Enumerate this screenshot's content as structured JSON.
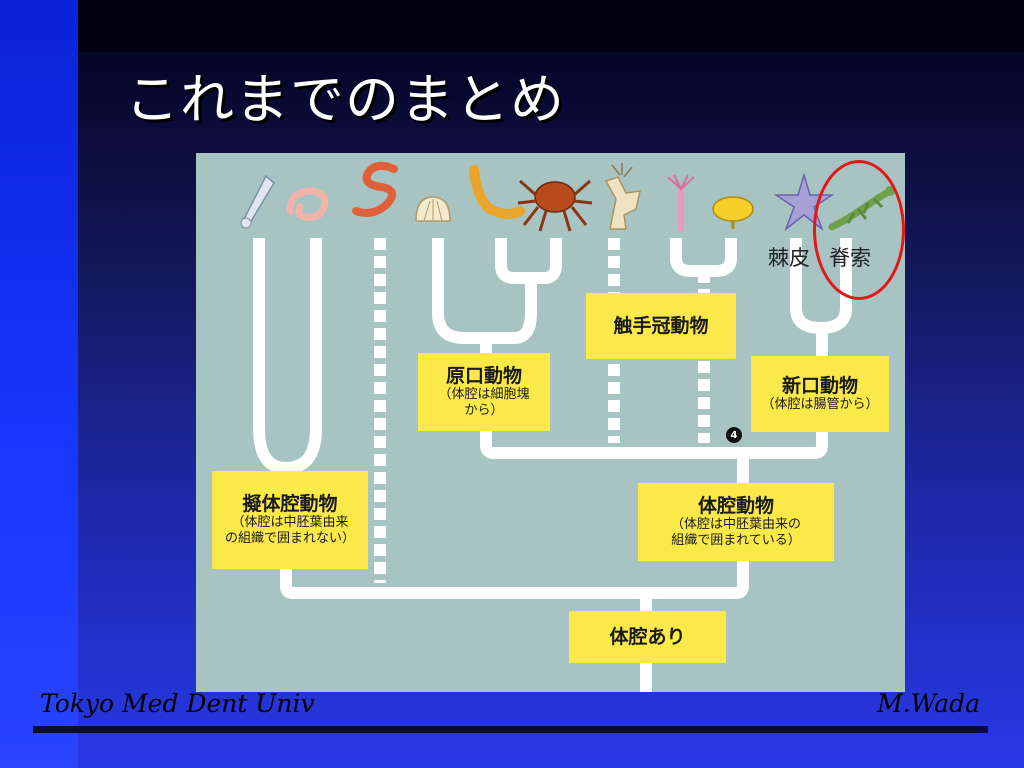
{
  "slide": {
    "title": "これまでのまとめ",
    "footer_left": "Tokyo Med Dent Univ",
    "footer_right": "M.Wada"
  },
  "diagram": {
    "labels": {
      "echinoderm": "棘皮",
      "chordate": "脊索"
    },
    "boxes": {
      "lophophorate": {
        "main": "触手冠動物"
      },
      "protostome": {
        "main": "原口動物",
        "sub1": "（体腔は細胞塊",
        "sub2": "から）"
      },
      "deuterostome": {
        "main": "新口動物",
        "sub1": "（体腔は腸管から）"
      },
      "pseudocoelomate": {
        "main": "擬体腔動物",
        "sub1": "（体腔は中胚葉由来",
        "sub2": "の組織で囲まれない）"
      },
      "coelomate": {
        "main": "体腔動物",
        "sub1": "（体腔は中胚葉由来の",
        "sub2": "組織で囲まれている）"
      },
      "coelom": {
        "main": "体腔あり"
      }
    },
    "badge": "4",
    "colors": {
      "background": "#a7c4c2",
      "box": "#fbe94a",
      "branch": "#ffffff",
      "highlight": "#e21818"
    },
    "animal_icons": [
      "rotifer-icon",
      "nematode-icon",
      "earthworm-icon",
      "clam-icon",
      "polychaete-icon",
      "crab-icon",
      "bryozoan-icon",
      "phoronid-icon",
      "brachiopod-icon",
      "starfish-icon",
      "salamander-icon"
    ]
  }
}
